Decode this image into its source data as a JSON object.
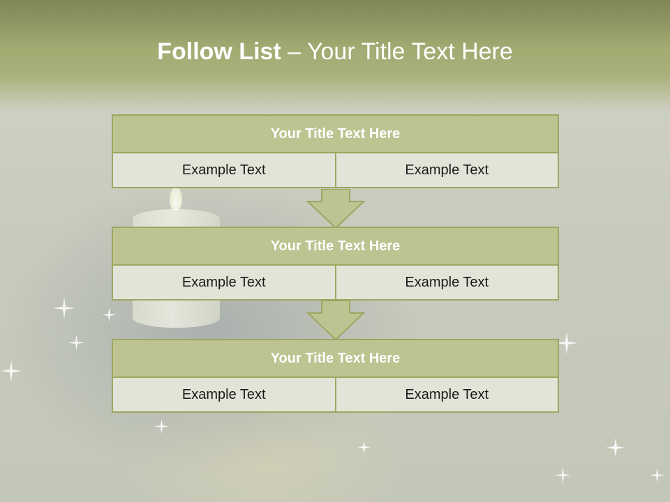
{
  "header": {
    "title_bold": "Follow List",
    "title_rest": " – Your Title Text Here"
  },
  "steps": [
    {
      "title": "Your Title Text Here",
      "left": "Example Text",
      "right": "Example Text"
    },
    {
      "title": "Your Title Text Here",
      "left": "Example Text",
      "right": "Example Text"
    },
    {
      "title": "Your Title Text Here",
      "left": "Example Text",
      "right": "Example Text"
    }
  ],
  "colors": {
    "header_band": "#a2ab72",
    "block_fill": "#bdc391",
    "block_border": "#9ea661",
    "row_fill": "#e1e4d7",
    "arrow_fill": "#bdc391"
  }
}
